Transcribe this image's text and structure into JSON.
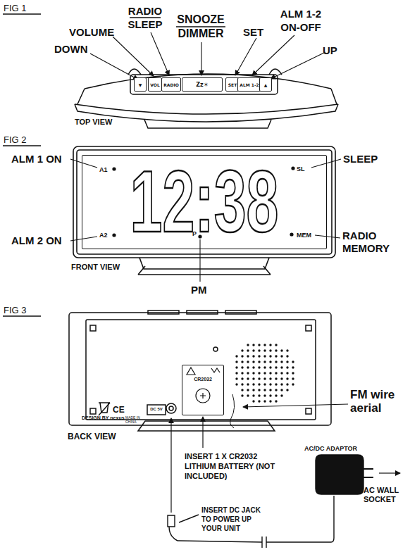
{
  "diagram": {
    "nodes": [
      {
        "text": [
          "▼"
        ]
      },
      {
        "text": [
          "VOL"
        ]
      },
      {
        "text": [
          "RADIO"
        ]
      },
      {
        "text": [
          "Zz☀"
        ]
      },
      {
        "text": [
          "SET"
        ]
      },
      {
        "text": [
          "ALM 1-2"
        ]
      },
      {
        "text": [
          "▲"
        ]
      },
      {
        "text": [
          "A1",
          "SL",
          "12:38",
          "P",
          "A2",
          "MEM"
        ]
      },
      {
        "text": [
          "CR2032"
        ]
      }
    ],
    "labels": [
      "FIG 1",
      "DOWN",
      "VOLUME",
      "RADIO SLEEP",
      "SNOOZE DIMMER",
      "SET",
      "ALM 1-2 ON-OFF",
      "UP",
      "TOP VIEW",
      "FIG 2",
      "ALM 1 ON",
      "ALM 2 ON",
      "SLEEP",
      "RADIO MEMORY",
      "PM",
      "FRONT VIEW",
      "FIG 3",
      "CE",
      "MADE IN CHINA",
      "DC 5V",
      "DESIGN BY nexus",
      "FM wire aerial",
      "BACK VIEW",
      "INSERT 1 X CR2032 LITHIUM BATTERY (NOT INCLUDED)",
      "AC/DC ADAPTOR",
      "AC WALL SOCKET",
      "INSERT DC JACK TO POWER UP YOUR UNIT"
    ]
  }
}
